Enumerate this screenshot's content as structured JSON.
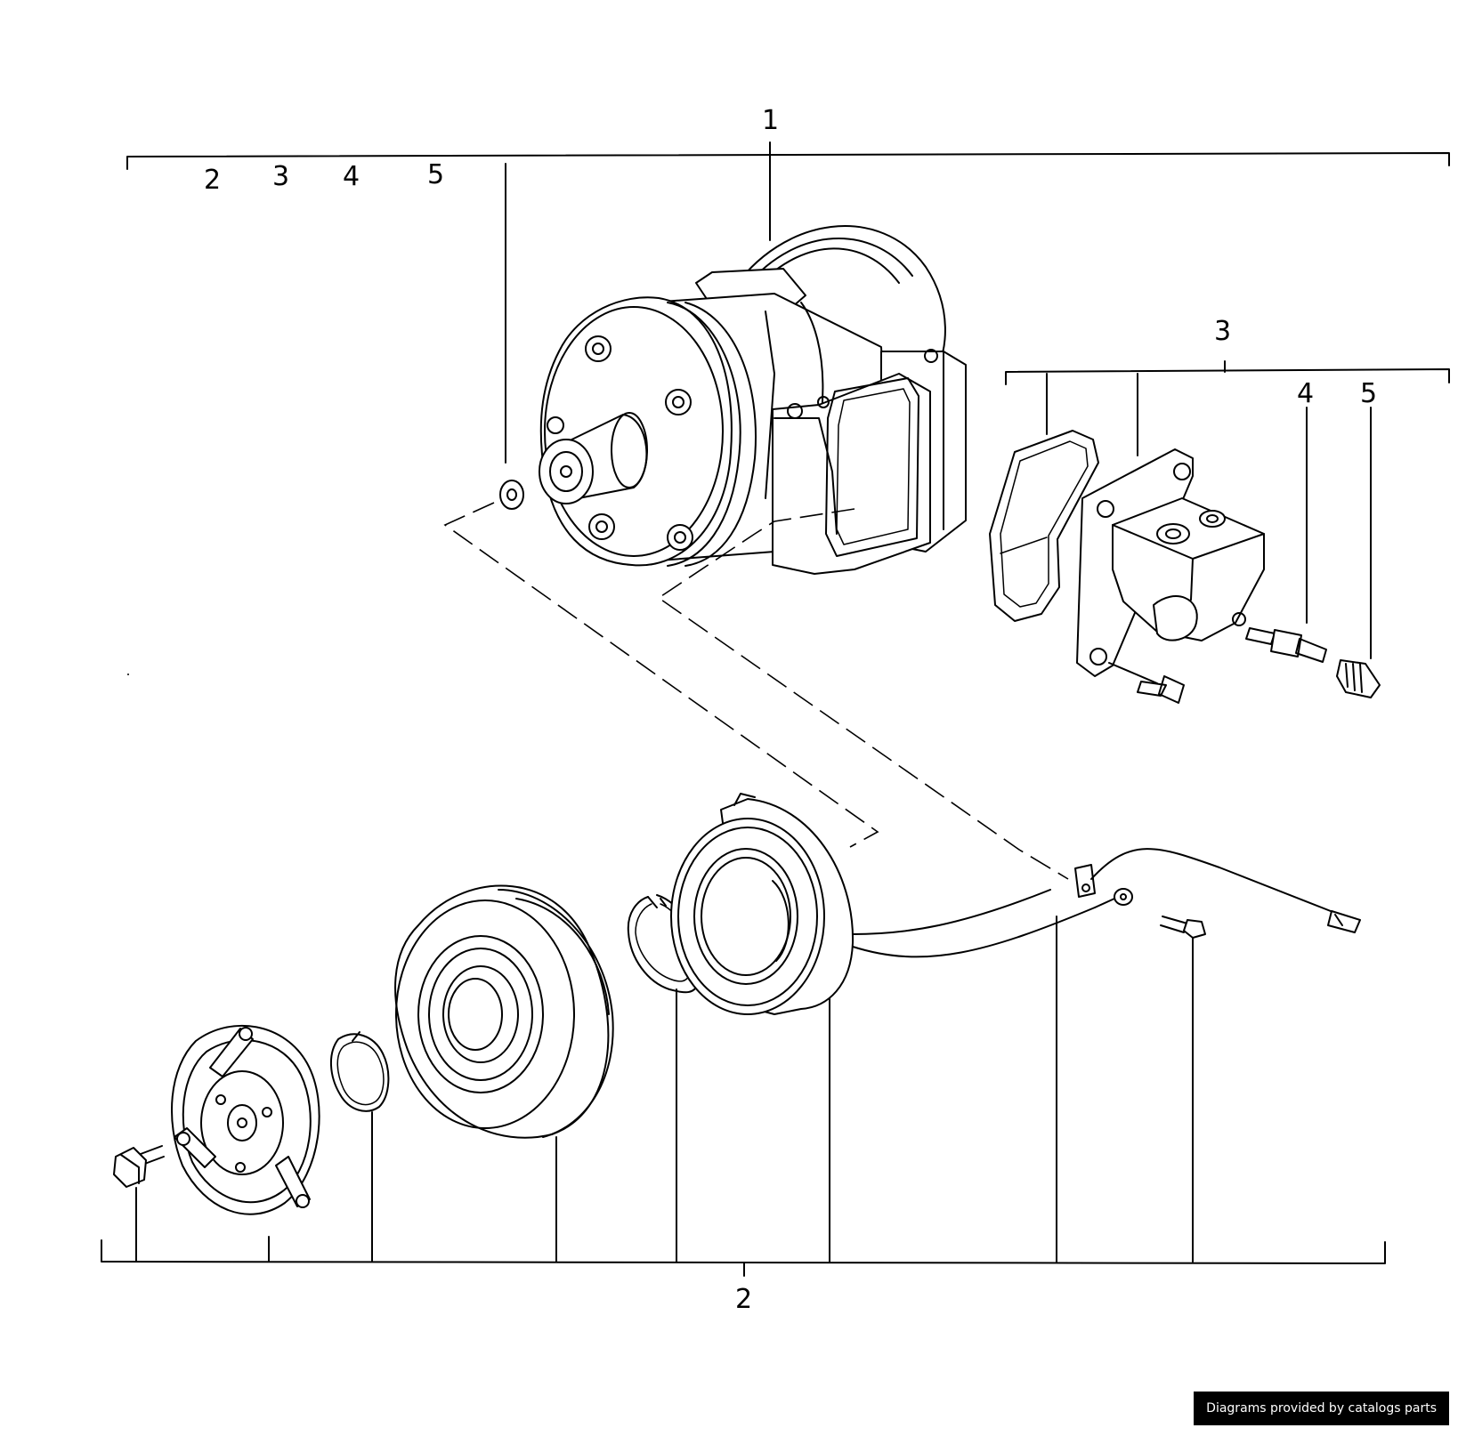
{
  "diagram": {
    "callouts": {
      "assembly": "1",
      "group_2": "2",
      "group_3": "3",
      "group_4": "4",
      "group_5": "5",
      "clutch_group": "2",
      "valve_group": "3",
      "valve_item_4": "4",
      "valve_item_5": "5"
    }
  },
  "footer": {
    "credit": "Diagrams provided by catalogs parts"
  }
}
